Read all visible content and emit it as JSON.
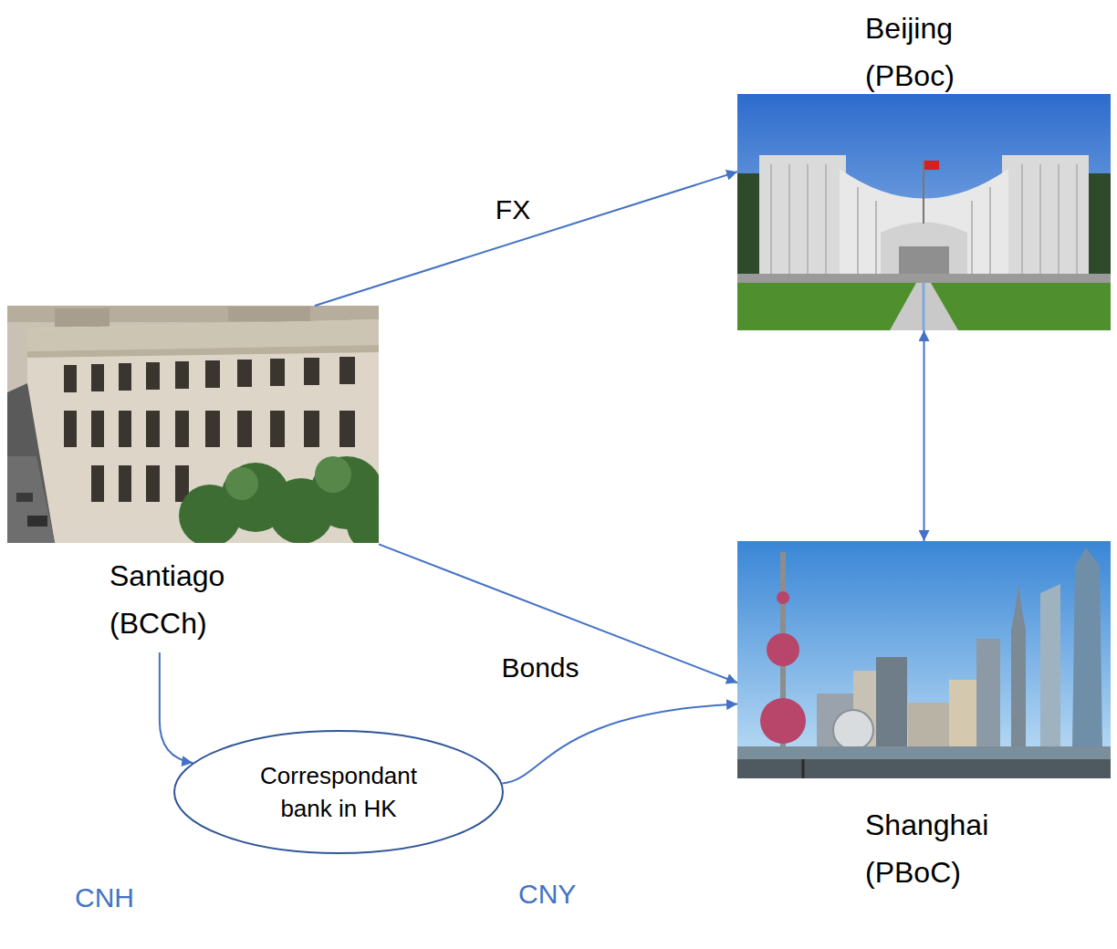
{
  "diagram": {
    "nodes": [
      {
        "text": [
          "Beijing (PBoc)"
        ]
      },
      {
        "text": [
          "Santiago (BCCh)"
        ]
      },
      {
        "text": [
          "Shanghai (PBoC)"
        ]
      },
      {
        "text": [
          "Correspondant bank in HK"
        ]
      }
    ],
    "edges": [
      {
        "from": 1,
        "to": 0,
        "label": "FX",
        "arrow": "to"
      },
      {
        "from": 0,
        "to": 2,
        "arrow": "both"
      },
      {
        "from": 1,
        "to": 2,
        "label": "Bonds",
        "arrow": "to"
      },
      {
        "from": 1,
        "to": 3,
        "arrow": "to"
      },
      {
        "from": 3,
        "to": 2,
        "arrow": "to"
      }
    ],
    "labels": [
      "CNH",
      "CNY"
    ]
  }
}
